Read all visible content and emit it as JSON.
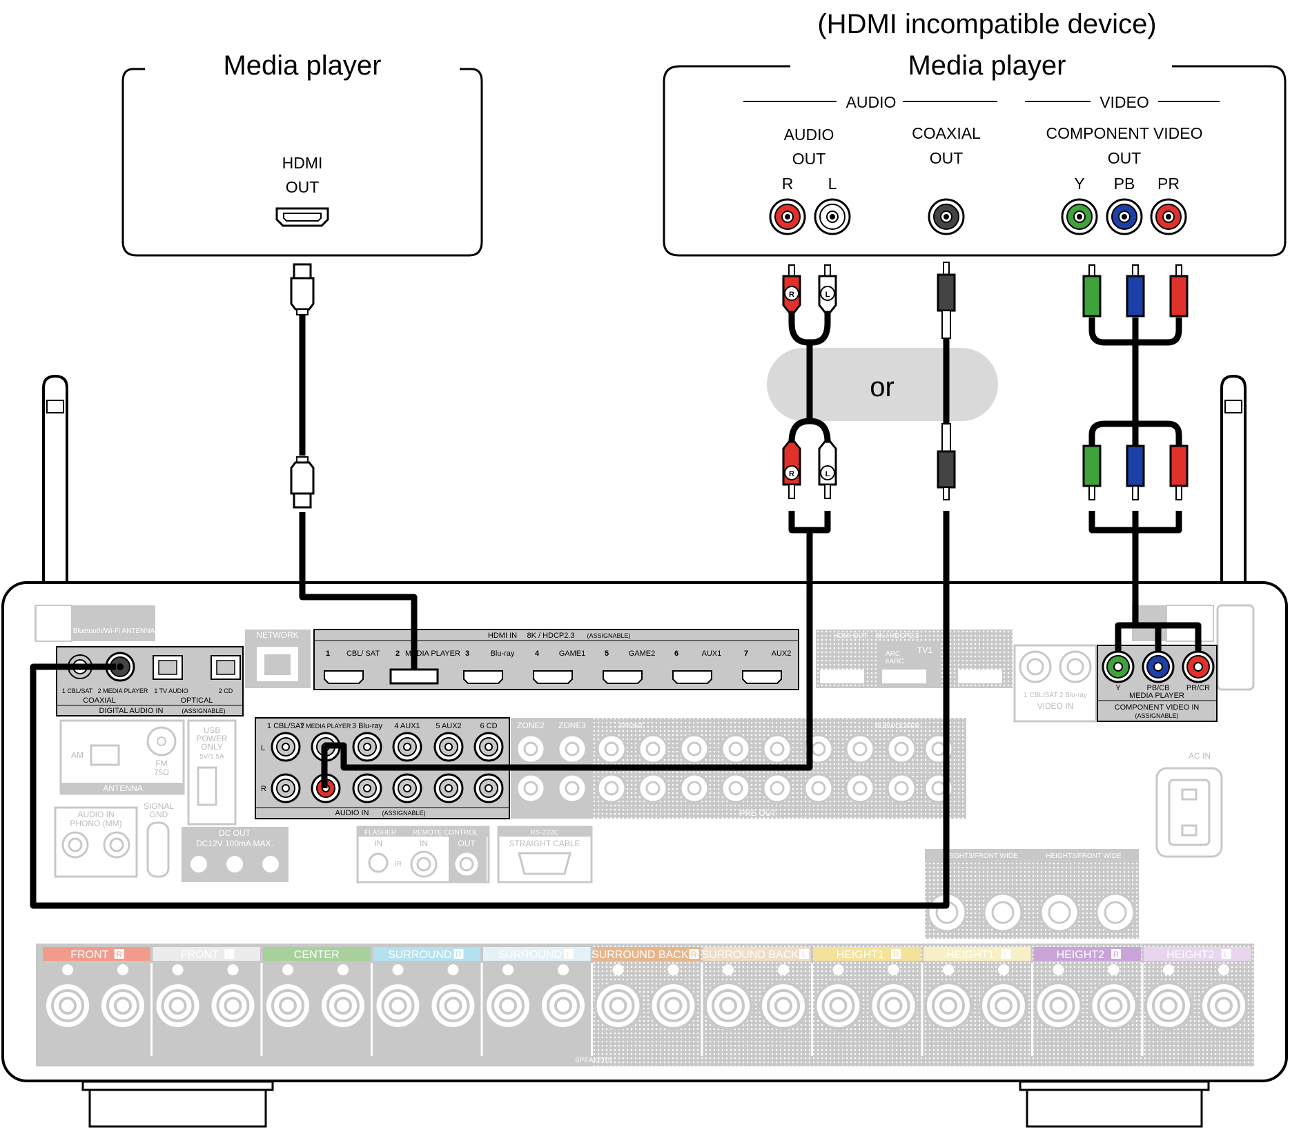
{
  "hdmi_player": {
    "title": "Media player",
    "port_label_1": "HDMI",
    "port_label_2": "OUT"
  },
  "analog_player": {
    "note": "(HDMI incompatible device)",
    "title": "Media player",
    "audio_group": "AUDIO",
    "video_group": "VIDEO",
    "audio_out_1": "AUDIO",
    "audio_out_2": "OUT",
    "coax_out_1": "COAXIAL",
    "coax_out_2": "OUT",
    "component_1": "COMPONENT VIDEO",
    "component_2": "OUT",
    "r": "R",
    "l": "L",
    "y": "Y",
    "pb": "PB",
    "pr": "PR"
  },
  "or_label": "or",
  "plug_r": "R",
  "plug_l": "L",
  "colors": {
    "red": "#e0312a",
    "white": "#ffffff",
    "gray": "#444444",
    "green": "#3fa23a",
    "blue": "#1d3fa8",
    "panel_gray": "#c8c8c8",
    "dark_gray": "#bdbdbd"
  },
  "receiver": {
    "bt_antenna": "Bluetooth/Wi-Fi ANTENNA",
    "network": "NETWORK",
    "hdmi_in": "HDMI IN",
    "hdmi_spec": "8K / HDCP2.3",
    "assignable": "(ASSIGNABLE)",
    "hdmi_inputs": [
      "CBL/ SAT",
      "MEDIA PLAYER",
      "Blu-ray",
      "GAME1",
      "GAME2",
      "AUX1",
      "AUX2"
    ],
    "hdmi_nums": [
      "1",
      "2",
      "3",
      "4",
      "5",
      "6",
      "7"
    ],
    "hdmi_out": "HDMI OUT",
    "hdmi_out_spec": "8K / HDCP2.3",
    "tv1": "TV1",
    "arc": "ARC",
    "earc": "eARC",
    "digital_in": "DIGITAL AUDIO IN",
    "coaxial": "COAXIAL",
    "optical": "OPTICAL",
    "coax_1": "1 CBL/SAT",
    "coax_2": "2 MEDIA PLAYER",
    "opt_1": "1 TV AUDIO",
    "opt_2": "2 CD",
    "antenna": "ANTENNA",
    "am": "AM",
    "fm": "FM",
    "fm_ohm": "75Ω",
    "usb_1": "USB",
    "usb_2": "POWER",
    "usb_3": "ONLY",
    "usb_4": "5V/1.5A",
    "audio_in_labels": [
      "1 CBL/SAT",
      "2 MEDIA PLAYER",
      "3 Blu-ray",
      "4 AUX1",
      "5 AUX2",
      "6 CD"
    ],
    "audio_in": "AUDIO IN",
    "zone2": "ZONE2",
    "zone3": "ZONE3",
    "front_center": "FRONT",
    "pre_out": "PRE OUT",
    "subwoofer": "SUBWOOFER",
    "phono_1": "AUDIO IN",
    "phono_2": "PHONO (MM)",
    "signal_gnd_1": "SIGNAL",
    "signal_gnd_2": "GND",
    "dc_out": "DC OUT",
    "dc_spec": "DC12V 100mA MAX.",
    "flasher": "FLASHER",
    "flasher_in": "IN",
    "ir": "IR",
    "remote": "REMOTE CONTROL",
    "remote_in": "IN",
    "remote_out": "OUT",
    "rs232": "RS-232C",
    "straight": "STRAIGHT CABLE",
    "video_in": "VIDEO IN",
    "video_in_labels": "1 CBL/SAT 2 Blu-ray",
    "comp_y": "Y",
    "comp_pb": "PB/CB",
    "comp_pr": "PR/CR",
    "comp_title_1": "MEDIA PLAYER",
    "comp_title_2": "COMPONENT VIDEO IN",
    "ac_in": "AC IN",
    "height3": "HEIGHT3/FRONT WIDE",
    "speakers": "SPEAKERS",
    "speaker_groups": [
      {
        "label": "FRONT",
        "side": "R",
        "color": "#f19c8a"
      },
      {
        "label": "FRONT",
        "side": "L",
        "color": "#ececec"
      },
      {
        "label": "CENTER",
        "side": "",
        "color": "#a7d09a"
      },
      {
        "label": "SURROUND",
        "side": "R",
        "color": "#b3e1f0"
      },
      {
        "label": "SURROUND",
        "side": "L",
        "color": "#e4f1f7"
      },
      {
        "label": "SURROUND BACK",
        "side": "R",
        "color": "#e8b58a"
      },
      {
        "label": "SURROUND BACK",
        "side": "L",
        "color": "#f1dcc6"
      },
      {
        "label": "HEIGHT1",
        "side": "R",
        "color": "#f4e29a"
      },
      {
        "label": "HEIGHT1",
        "side": "L",
        "color": "#f7efc6"
      },
      {
        "label": "HEIGHT2",
        "side": "R",
        "color": "#c9a4d8"
      },
      {
        "label": "HEIGHT2",
        "side": "L",
        "color": "#e7d6ee"
      }
    ]
  }
}
